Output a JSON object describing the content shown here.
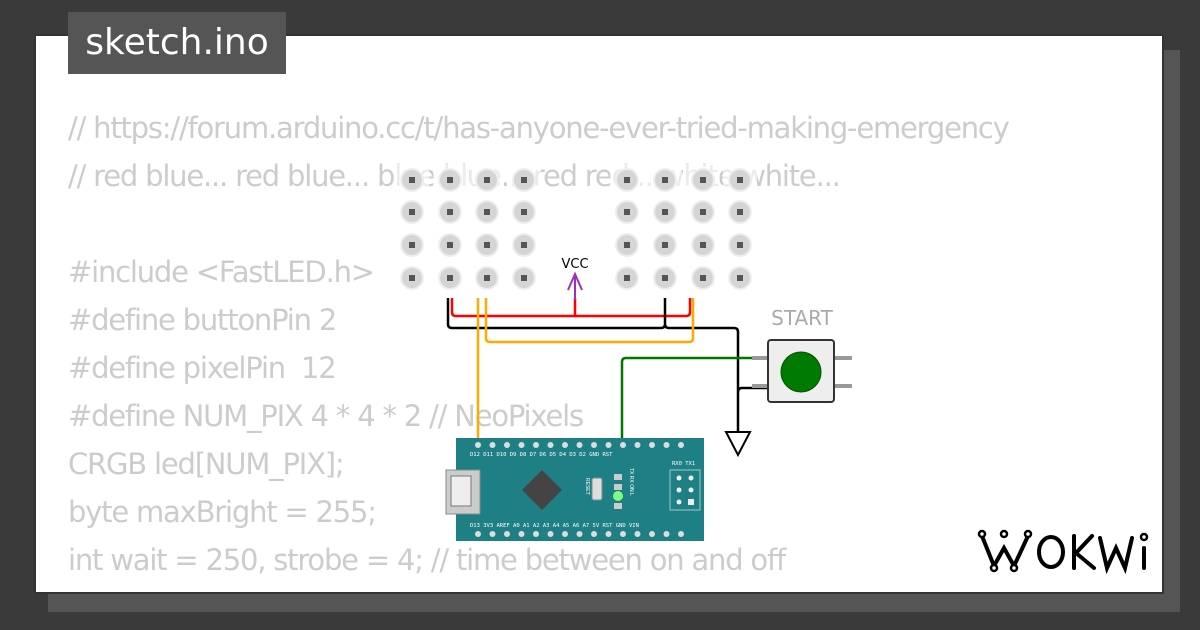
{
  "tab": {
    "filename": "sketch.ino"
  },
  "code_lines": [
    "// https://forum.arduino.cc/t/has-anyone-ever-tried-making-emergency",
    "// red blue... red blue... blue blue... red red... white white...",
    "",
    "#include <FastLED.h>",
    "#define buttonPin 2",
    "#define pixelPin  12",
    "#define NUM_PIX 4 * 4 * 2 // NeoPixels",
    "CRGB led[NUM_PIX];",
    "byte maxBright = 255;",
    "int wait = 250, strobe = 4; // time between on and off"
  ],
  "circuit": {
    "vcc_label": "VCC",
    "button_label": "START",
    "board_top_pins": "D12 D11 D10 D9  D8  D7  D6  D5  D4  D3  D2 GND RST",
    "board_bottom_pins": "D13 3V3 AREF A0  A1  A2  A3  A4  A5  A6  A7  5V RST GND VIN",
    "board_serial": "RX0 TX1",
    "board_reset": "RESET",
    "board_leds": "TX RX ON L",
    "colors": {
      "board": "#1e7f85",
      "wire_red": "#ff0000",
      "wire_orange": "#ffaa00",
      "wire_green": "#007700",
      "vcc": "#9b30c0",
      "button": "#007a00"
    }
  },
  "brand": {
    "logo": "WOKWI"
  }
}
